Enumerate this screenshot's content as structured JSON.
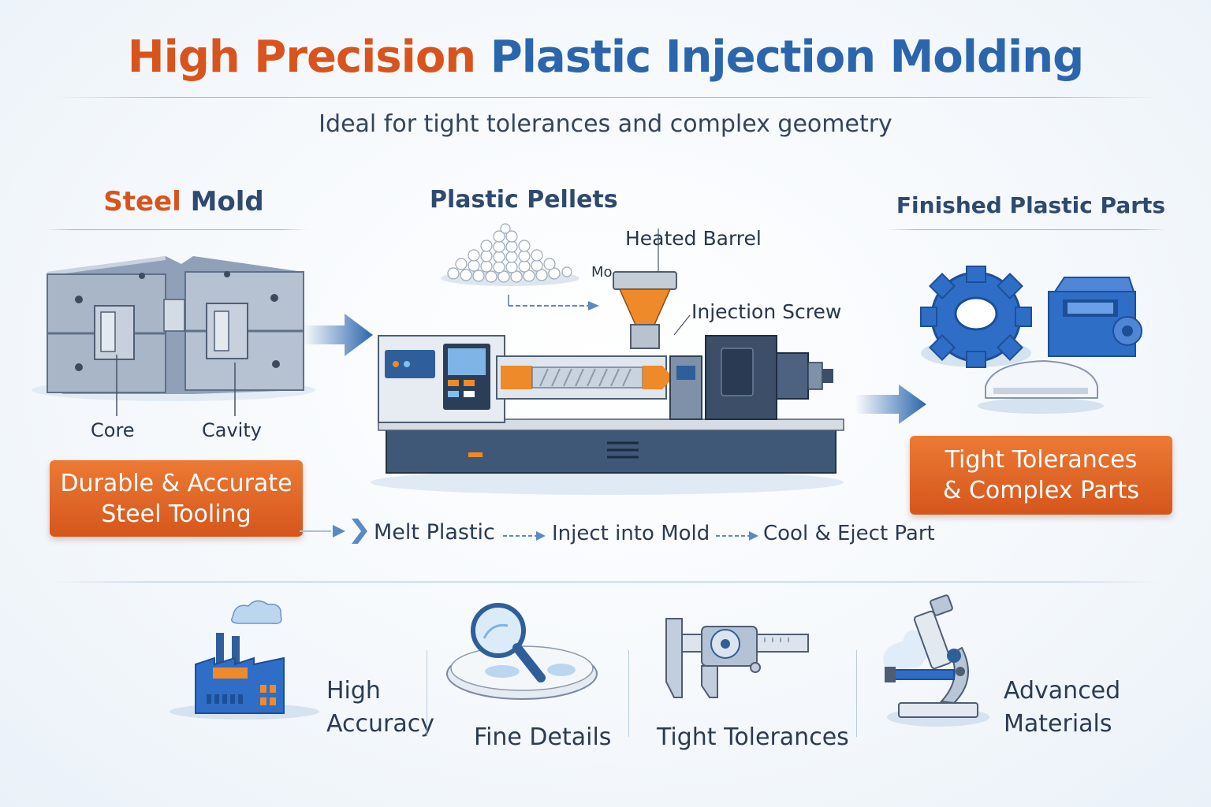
{
  "title": {
    "part1": "High Precision",
    "part2": "Plastic Injection Molding"
  },
  "subtitle": "Ideal for tight tolerances and complex geometry",
  "mold": {
    "heading_part1": "Steel",
    "heading_part2": "Mold",
    "core_label": "Core",
    "cavity_label": "Cavity",
    "box_line1": "Durable & Accurate",
    "box_line2": "Steel Tooling"
  },
  "machine": {
    "pellets_heading": "Plastic Pellets",
    "barrel_label": "Heated Barrel",
    "partial_label": "Mo",
    "screw_label": "Injection Screw"
  },
  "parts": {
    "heading": "Finished Plastic Parts",
    "box_line1": "Tight Tolerances",
    "box_line2": "& Complex Parts"
  },
  "process": {
    "steps": [
      "Melt Plastic",
      "Inject into Mold",
      "Cool & Eject Part"
    ]
  },
  "features": [
    {
      "line1": "High",
      "line2": "Accuracy",
      "icon": "factory-icon"
    },
    {
      "line1": "Fine Details",
      "icon": "magnifier-icon"
    },
    {
      "line1": "Tight Tolerances",
      "icon": "caliper-icon"
    },
    {
      "line1": "Advanced",
      "line2": "Materials",
      "icon": "microscope-icon"
    }
  ],
  "colors": {
    "orange": "#d9541c",
    "blue": "#2b66ad",
    "navy": "#2e4a6e"
  }
}
